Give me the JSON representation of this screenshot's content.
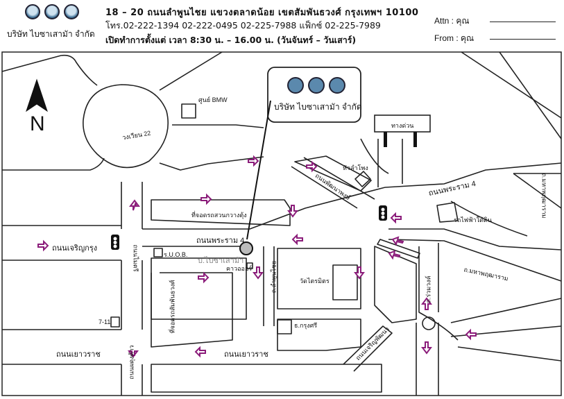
{
  "company": {
    "name": "บริษัท ไบซาเสามัา จำกัด"
  },
  "header": {
    "address": "18 – 20 ถนนลำพูนไชย แขวงตลาดน้อย เขตสัมพันธวงศ์ กรุงเทพฯ 10100",
    "phone": "โทร.02-222-1394 02-222-0495 02-225-7988 แฟ็กซ์ 02-225-7989",
    "hours": "เปิดทำการตั้งแต่ เวลา 8:30 น. – 16.00 น. (วันจันทร์ – วันเสาร์)"
  },
  "fax_fields": {
    "attn_label": "Attn : คุณ",
    "from_label": "From : คุณ"
  },
  "map": {
    "north": "N",
    "callout_company": "บริษัท ไบซาเสามัา จำกัด",
    "labels": {
      "bmw": "ศูนย์ BMW",
      "wongwian": "วงเวียน 22",
      "expressway": "ทางด่วน",
      "hualamphong": "หัวลำโพง",
      "pattanaphum": "ถนนพัฒนาพงษ์",
      "rama4_top": "ถนนพระราม 4",
      "mahapruettaram": "ถ.มหาพฤฒาราม",
      "rotfai": "รถไฟฟ้าใต้ดิน",
      "bus_yard": "ที่จอดรถสวนกวางตุ้ง",
      "rama4_mid": "ถนนพระราม 4",
      "charoen_krung": "ถนนเจริญกรุง",
      "thanon_maitri": "ถนนไมตรี",
      "suob": "ร.U.O.B.",
      "company_pin": "บ.ไบซาเสามัา",
      "kawoo": "คาวอออร์",
      "lamphunchai": "ถ.ลำพูนไชย",
      "wat_traimit": "วัดไตรมิตร",
      "ratchawong": "ถ.ร่วมวงค์",
      "yaowaphanit": "ถ.มหาพฤฒาราม",
      "seven_eleven": "7-11",
      "parking_lot": "ที่จอดรถสัมพันธวงศ์",
      "bank": "ธ.กรุงศรี",
      "tn_charoen": "ถนนเจริญพัฒนา",
      "yaowarat_left": "ถนนเยาวราช",
      "yaowarat_mid": "ถนนเยาวราช",
      "phadungdao": "ถนนผดุงด้าว"
    }
  }
}
